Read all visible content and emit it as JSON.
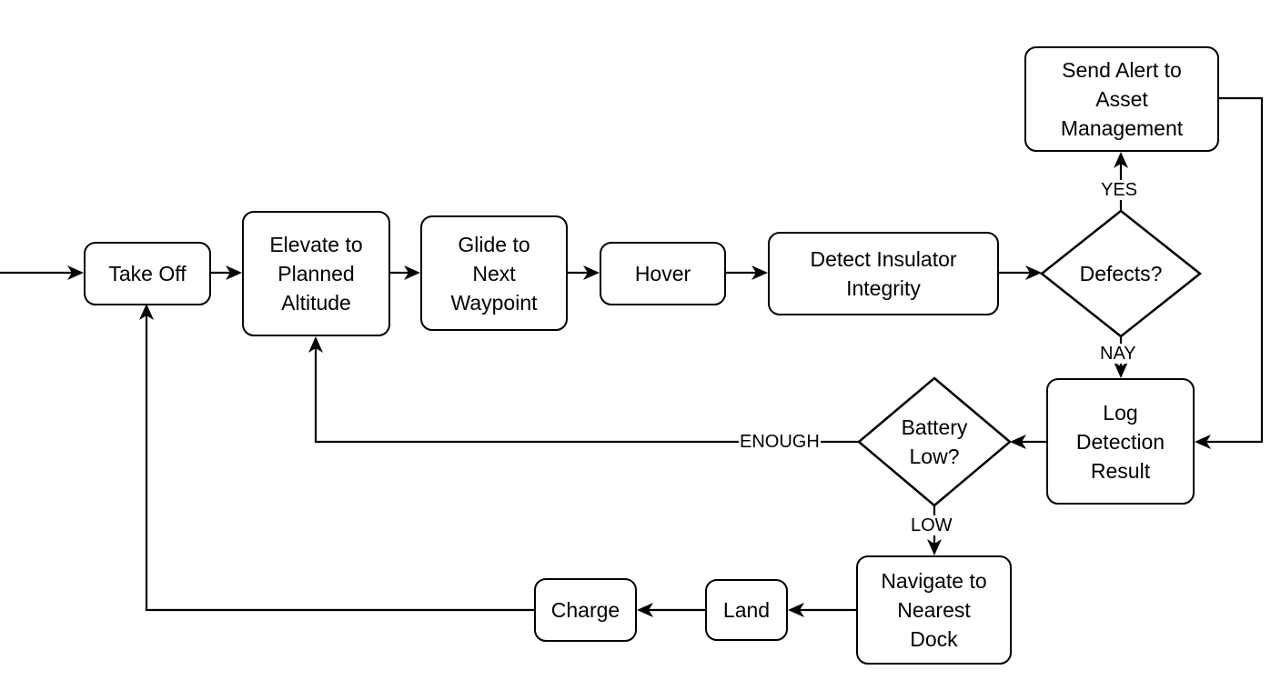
{
  "diagram": {
    "nodes": {
      "take_off": "Take Off",
      "elevate": "Elevate to\nPlanned\nAltitude",
      "glide": "Glide to\nNext\nWaypoint",
      "hover": "Hover",
      "detect": "Detect Insulator\nIntegrity",
      "defects": "Defects?",
      "send_alert": "Send Alert to\nAsset\nManagement",
      "log_result": "Log\nDetection\nResult",
      "battery": "Battery\nLow?",
      "navigate": "Navigate to\nNearest\nDock",
      "land": "Land",
      "charge": "Charge"
    },
    "edge_labels": {
      "yes": "YES",
      "nay": "NAY",
      "enough": "ENOUGH",
      "low": "LOW"
    }
  }
}
